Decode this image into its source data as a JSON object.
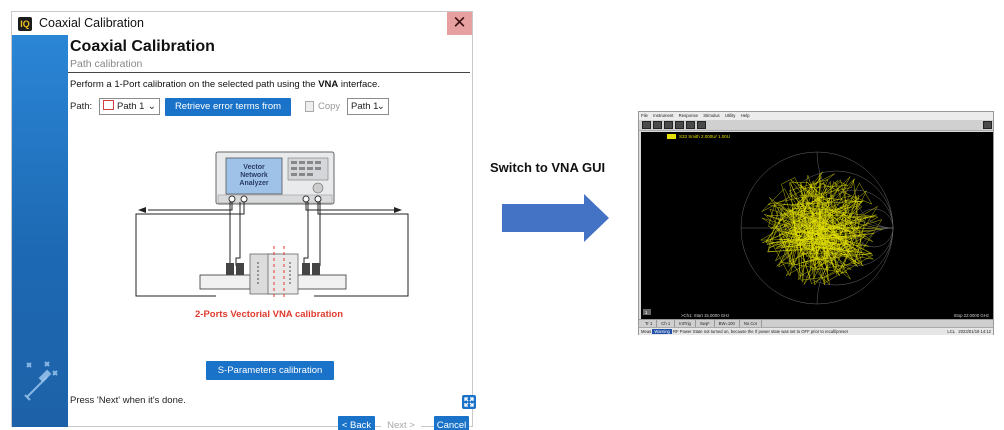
{
  "wizard": {
    "window_title": "Coaxial Calibration",
    "app_logo_text": "IQ",
    "close_glyph": "✕",
    "heading": "Coaxial Calibration",
    "subheading": "Path calibration",
    "description_prefix": "Perform a 1-Port calibration on the selected path using the ",
    "description_bold": "VNA",
    "description_suffix": " interface.",
    "path_label": "Path:",
    "path_select_value": "Path 1",
    "path_swatch_color": "#d24040",
    "retrieve_button": "Retrieve error terms from VNA",
    "copy_label": "Copy",
    "copy_target_value": "Path 1",
    "diagram": {
      "vna_screen_lines": [
        "Vector",
        "Network",
        "Analyzer"
      ],
      "caption": "2-Ports Vectorial VNA calibration"
    },
    "sparams_button": "S-Parameters calibration check",
    "footer_text": "Press 'Next' when it's done.",
    "back_button": "< Back",
    "next_button": "Next >",
    "cancel_button": "Cancel",
    "accent_color": "#1a73c8"
  },
  "switch_label": "Switch to VNA GUI",
  "vna_gui": {
    "menu": [
      "File",
      "Instrument",
      "Response",
      "Stimulus",
      "Utility",
      "Help"
    ],
    "trace_label": "S33 Smith 2.000U/ 1.00U",
    "channel_marker": "1",
    "start_text": ">Ch1: Start 15.0000 GHz",
    "stop_text": "Stop 22.0000 GHz",
    "status_items": [
      "Tr 1",
      "Ch 1",
      "IntTrig",
      "Swp*",
      "BW=100",
      "No Cor"
    ],
    "status_message_prefix": "Meas",
    "status_warning": "Warning",
    "status_message": "RF Power State not turned on, because the rf power state was set to OFF prior to recall/preset",
    "status_right": "LCL",
    "status_datetime": "2023/01/19 14:12"
  }
}
